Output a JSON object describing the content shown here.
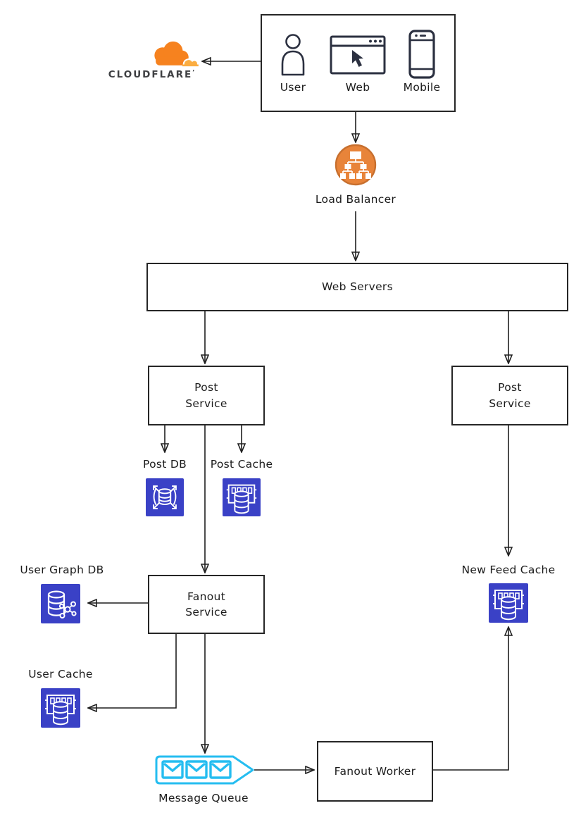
{
  "colors": {
    "icon_blue": "#3a41c6",
    "load_balancer_orange": "#e8843a",
    "cloudflare_orange": "#f6821f",
    "cloudflare_light_orange": "#fbad41",
    "cloudflare_text": "#3f4043",
    "queue_cyan": "#25bdf0",
    "connector_black": "#1f1f1f"
  },
  "clients_box": {
    "user_label": "User",
    "web_label": "Web",
    "mobile_label": "Mobile"
  },
  "cloudflare": {
    "wordmark": "CLOUDFLARE",
    "reg_mark": "’"
  },
  "load_balancer": {
    "label": "Load Balancer"
  },
  "web_servers": {
    "label": "Web Servers"
  },
  "post_service_left": {
    "label": "Post\nService"
  },
  "post_service_right": {
    "label": "Post\nService"
  },
  "post_db": {
    "label": "Post DB"
  },
  "post_cache": {
    "label": "Post Cache"
  },
  "user_graph_db": {
    "label": "User Graph DB"
  },
  "fanout_service": {
    "label": "Fanout\nService"
  },
  "user_cache": {
    "label": "User Cache"
  },
  "new_feed_cache": {
    "label": "New Feed Cache"
  },
  "message_queue": {
    "label": "Message Queue"
  },
  "fanout_worker": {
    "label": "Fanout Worker"
  }
}
